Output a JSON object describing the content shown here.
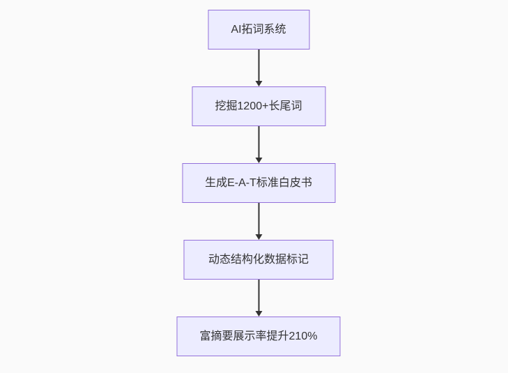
{
  "diagram": {
    "type": "flowchart",
    "direction": "top-down",
    "colors": {
      "background": "#fafafa",
      "node_fill": "#ECECFF",
      "node_border": "#9370DB",
      "arrow": "#333333",
      "text": "#333333"
    },
    "nodes": [
      {
        "id": "step-1",
        "label": "AI拓词系统"
      },
      {
        "id": "step-2",
        "label": "挖掘1200+长尾词"
      },
      {
        "id": "step-3",
        "label": "生成E-A-T标准白皮书"
      },
      {
        "id": "step-4",
        "label": "动态结构化数据标记"
      },
      {
        "id": "step-5",
        "label": "富摘要展示率提升210%"
      }
    ],
    "edges": [
      {
        "from": "step-1",
        "to": "step-2",
        "style": "arrow-down"
      },
      {
        "from": "step-2",
        "to": "step-3",
        "style": "arrow-down"
      },
      {
        "from": "step-3",
        "to": "step-4",
        "style": "arrow-down"
      },
      {
        "from": "step-4",
        "to": "step-5",
        "style": "arrow-down"
      }
    ]
  }
}
